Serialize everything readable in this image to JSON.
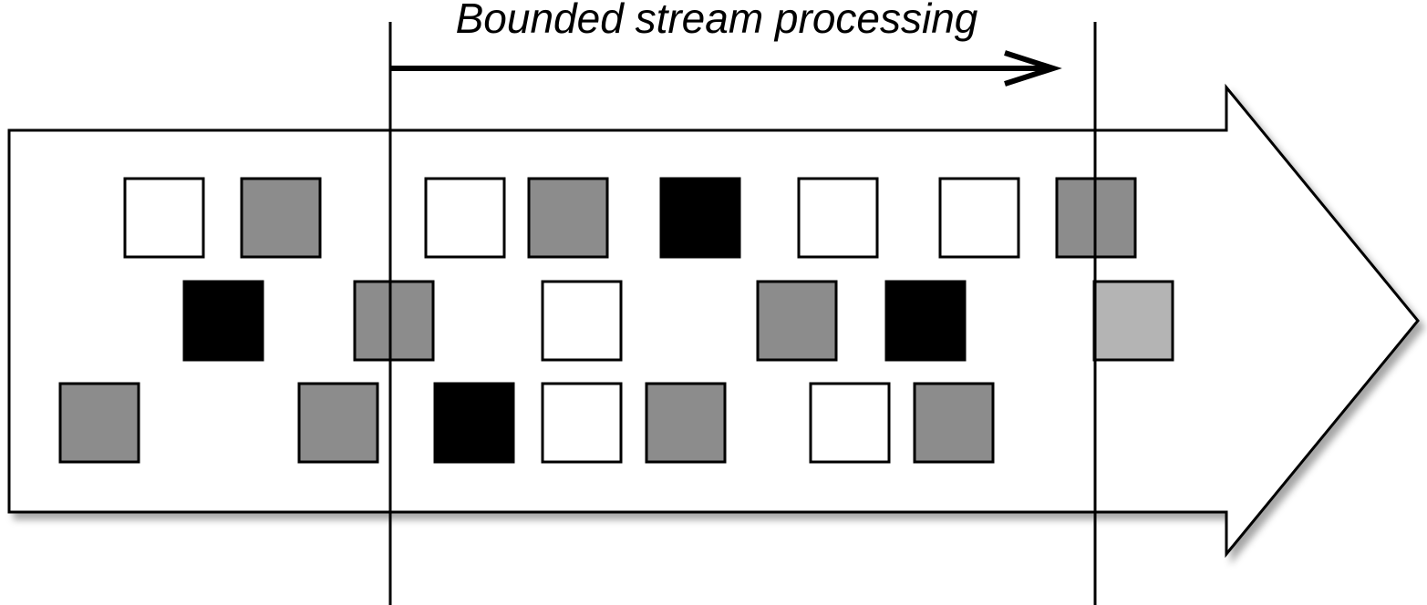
{
  "diagram": {
    "title": "Bounded stream processing"
  },
  "colors": {
    "white": "#ffffff",
    "gray": "#8c8c8c",
    "light_gray": "#b4b4b4",
    "black": "#000000",
    "outline": "#000000"
  },
  "stream": {
    "rows": [
      {
        "row": 1,
        "events": [
          {
            "color": "white"
          },
          {
            "color": "gray"
          },
          {
            "color": "white"
          },
          {
            "color": "gray"
          },
          {
            "color": "black"
          },
          {
            "color": "white"
          },
          {
            "color": "white"
          },
          {
            "color": "gray"
          }
        ]
      },
      {
        "row": 2,
        "events": [
          {
            "color": "black"
          },
          {
            "color": "gray"
          },
          {
            "color": "white"
          },
          {
            "color": "gray"
          },
          {
            "color": "black"
          },
          {
            "color": "light_gray"
          }
        ]
      },
      {
        "row": 3,
        "events": [
          {
            "color": "gray"
          },
          {
            "color": "gray"
          },
          {
            "color": "black"
          },
          {
            "color": "white"
          },
          {
            "color": "gray"
          },
          {
            "color": "white"
          },
          {
            "color": "gray"
          }
        ]
      }
    ]
  }
}
